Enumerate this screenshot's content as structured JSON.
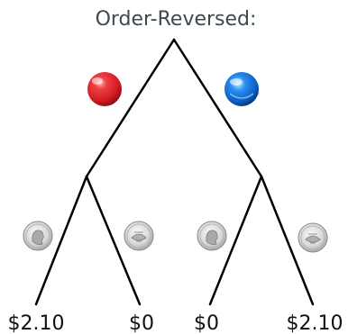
{
  "diagram": {
    "title": "Order-Reversed:",
    "left_marble_color": "#e0262b",
    "right_marble_color": "#1478e0",
    "coin_icons": [
      "coin-heads-icon",
      "coin-tails-icon",
      "coin-heads-icon",
      "coin-tails-icon"
    ],
    "payoffs": [
      "$2.10",
      "$0",
      "$0",
      "$2.10"
    ]
  }
}
